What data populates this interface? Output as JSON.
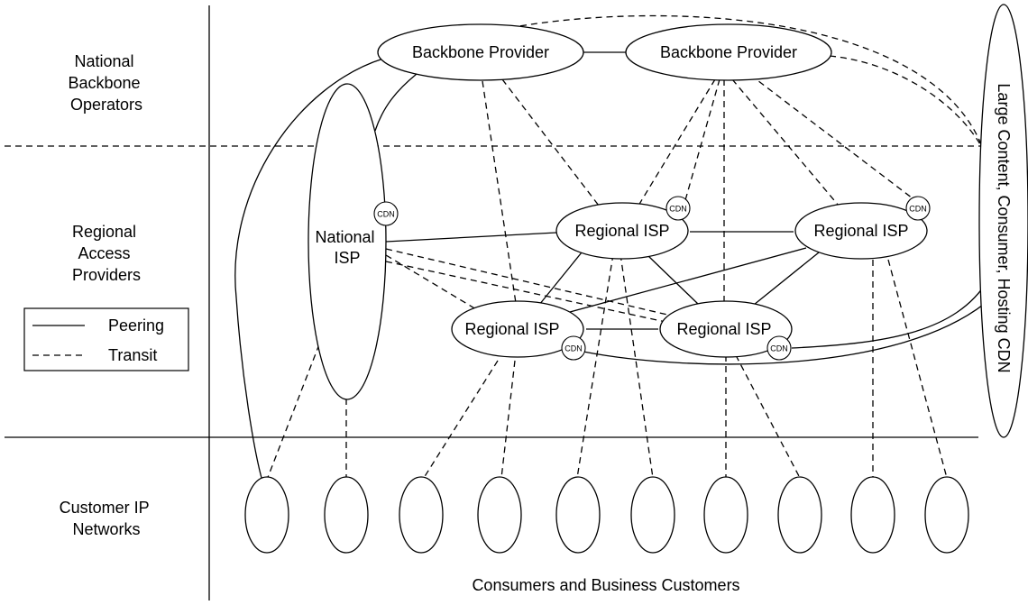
{
  "tiers": {
    "backbone": [
      "National",
      "Backbone",
      "Operators"
    ],
    "regional": [
      "Regional",
      "Access",
      "Providers"
    ],
    "customer": [
      "Customer IP",
      "Networks"
    ]
  },
  "nodes": {
    "backbone_provider_1": "Backbone Provider",
    "backbone_provider_2": "Backbone Provider",
    "national_isp": [
      "National",
      "ISP"
    ],
    "regional_isp_1": "Regional ISP",
    "regional_isp_2": "Regional ISP",
    "regional_isp_3": "Regional ISP",
    "regional_isp_4": "Regional ISP",
    "large_cdn": "Large Content, Consumer, Hosting CDN",
    "cdn_badge": "CDN"
  },
  "legend": {
    "peering": "Peering",
    "transit": "Transit"
  },
  "footer": "Consumers and Business Customers",
  "customer_network_count": 10,
  "colors": {
    "stroke": "#000000",
    "background": "#ffffff"
  }
}
